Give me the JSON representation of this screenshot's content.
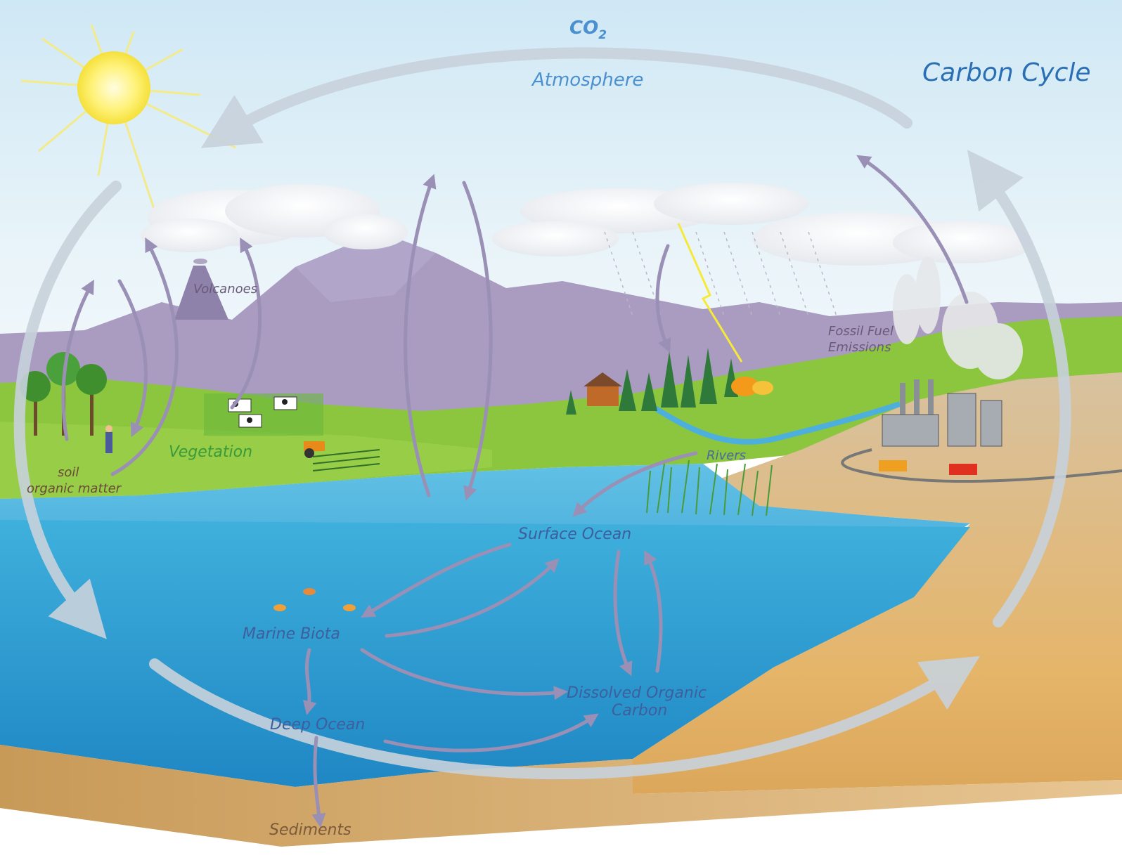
{
  "title": "Carbon Cycle",
  "labels": {
    "co2_main": "CO",
    "co2_sub": "2",
    "atmosphere": "Atmosphere",
    "volcanoes": "Volcanoes",
    "fossil_fuel_1": "Fossil Fuel",
    "fossil_fuel_2": "Emissions",
    "vegetation": "Vegetation",
    "soil_1": "soil",
    "soil_2": "organic matter",
    "rivers": "Rivers",
    "surface_ocean": "Surface Ocean",
    "marine_biota": "Marine Biota",
    "doc_1": "Dissolved Organic",
    "doc_2": "Carbon",
    "deep_ocean": "Deep Ocean",
    "sediments": "Sediments"
  },
  "colors": {
    "title": "#2a6fb5",
    "atmosphere_label": "#4a8fd0",
    "ocean_label": "#3d5f9e",
    "vegetation_label": "#3a9a3a",
    "land_label": "#6a5a7a",
    "sediment_label": "#7a5a3a",
    "sky_top": "#cfe8f5",
    "sky_bottom": "#eef7fb",
    "mountain": "#a89bbf",
    "grass": "#8cc63f",
    "ocean_surface": "#5bbde0",
    "ocean_deep": "#1f8fc9",
    "sand": "#d9b77a",
    "cycle_arrow": "#c8d2dc",
    "flux_arrow": "#9a8fb5"
  }
}
